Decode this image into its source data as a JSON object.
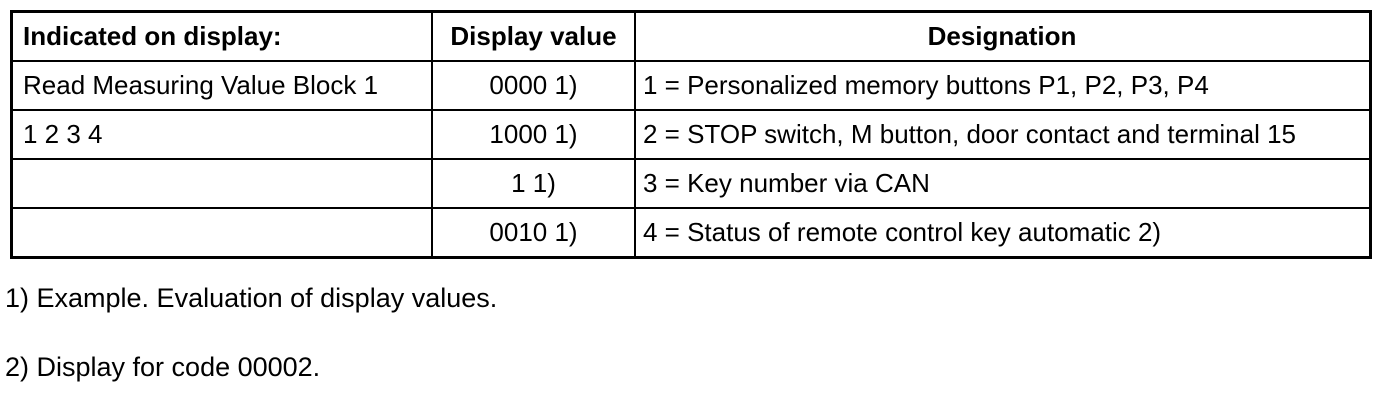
{
  "table": {
    "columns": [
      {
        "label": "Indicated on display:"
      },
      {
        "label": "Display value"
      },
      {
        "label": "Designation"
      }
    ],
    "rows": [
      {
        "indicated": "Read Measuring Value Block 1",
        "value": "0000 1)",
        "designation": "1 = Personalized memory buttons P1, P2, P3, P4"
      },
      {
        "indicated": "1 2 3 4",
        "value": "1000 1)",
        "designation": "2 = STOP switch, M button, door contact and terminal 15"
      },
      {
        "indicated": "",
        "value": "1 1)",
        "designation": "3 = Key number via CAN"
      },
      {
        "indicated": "",
        "value": "0010 1)",
        "designation": "4 = Status of remote control key automatic 2)"
      }
    ]
  },
  "footnotes": [
    "1) Example. Evaluation of display values.",
    "2) Display for code 00002."
  ],
  "colors": {
    "border": "#000000",
    "text": "#000000",
    "background": "#ffffff"
  }
}
